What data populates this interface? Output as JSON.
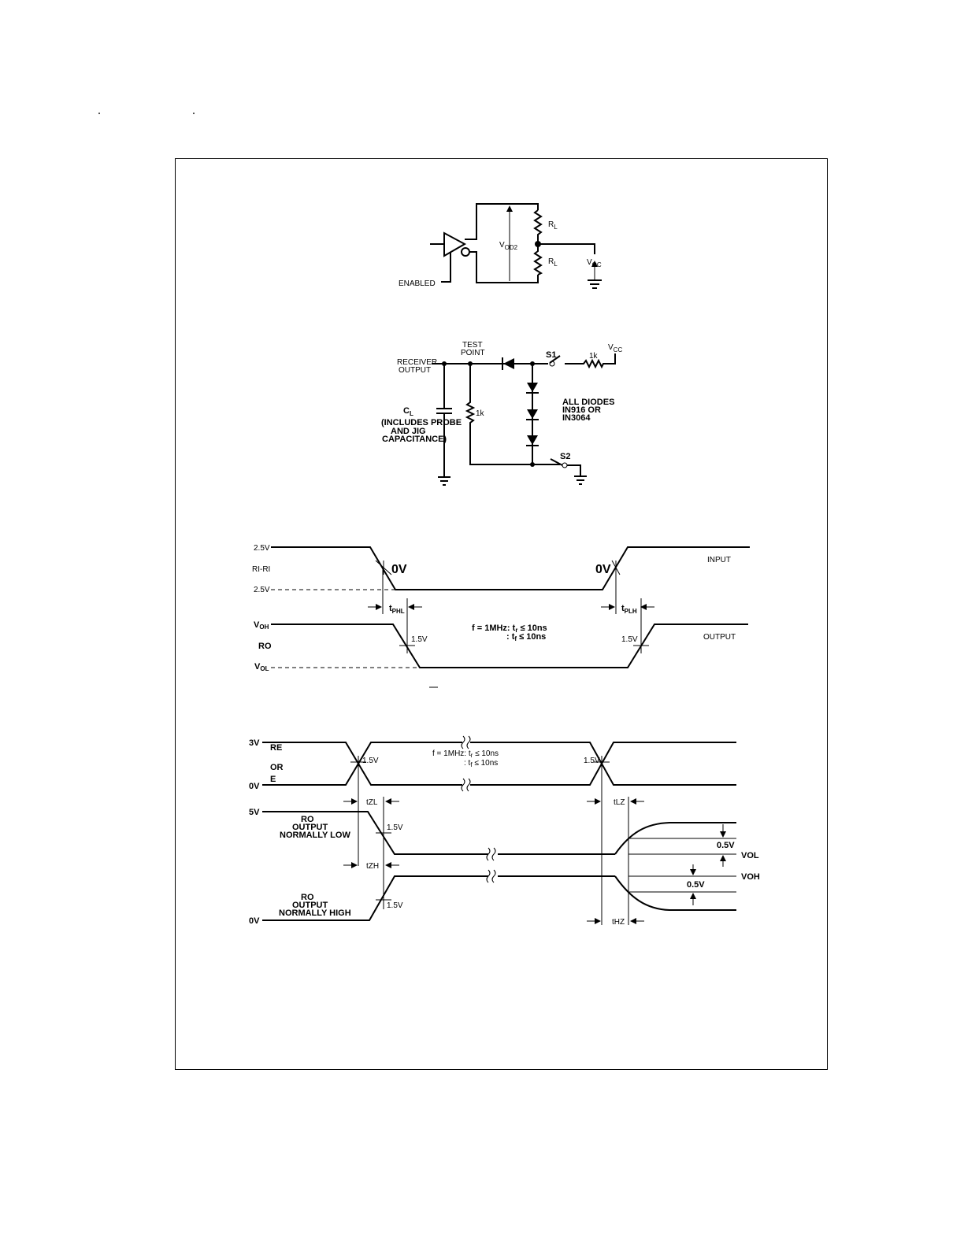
{
  "diagram_vod2": {
    "enabled_label": "ENABLED",
    "vod_label": "V",
    "vod_sub": "OD2",
    "rl_top": "R",
    "rl_top_sub": "L",
    "rl_bottom": "R",
    "rl_bottom_sub": "L",
    "voc_label": "V",
    "voc_sub": "OC"
  },
  "diagram_receiver_load": {
    "receiver_output_line1": "RECEIVER",
    "receiver_output_line2": "OUTPUT",
    "test_point_line1": "TEST",
    "test_point_line2": "POINT",
    "s1_label": "S1",
    "s2_label": "S2",
    "r_1k_series": "1k",
    "r_1k_shunt": "1k",
    "vcc_label": "V",
    "vcc_sub": "CC",
    "cl_label": "C",
    "cl_sub": "L",
    "cl_note_line1": "(INCLUDES PROBE",
    "cl_note_line2": "AND JIG",
    "cl_note_line3": "CAPACITANCE)",
    "diodes_note_line1": "ALL DIODES",
    "diodes_note_line2": "IN916 OR",
    "diodes_note_line3": "IN3064"
  },
  "timing_propagation": {
    "level_top_input": "2.5V",
    "input_signal": "RI-RI",
    "level_bottom_input": "2.5V",
    "zero_volt_left": "0V",
    "zero_volt_right": "0V",
    "tphl_label": "t",
    "tphl_sub": "PHL",
    "tplh_label": "t",
    "tplh_sub": "PLH",
    "voh_label": "V",
    "voh_sub": "OH",
    "ro_label": "RO",
    "vol_label": "V",
    "vol_sub": "OL",
    "threshold_left": "1.5V",
    "threshold_right": "1.5V",
    "freq_line1": "f = 1MHz: t",
    "freq_line1_sub": "r",
    "freq_line1_end": " ≤ 10ns",
    "freq_line2": ": t",
    "freq_line2_sub": "f",
    "freq_line2_end": " ≤ 10ns",
    "input_tag": "INPUT",
    "output_tag": "OUTPUT"
  },
  "timing_enable": {
    "level_3v": "3V",
    "level_0v_top": "0V",
    "level_5v": "5V",
    "level_0v_bottom": "0V",
    "re_label": "RE",
    "or_label": "OR",
    "e_label": "E",
    "threshold_top_left": "1.5V",
    "threshold_top_right": "1.5V",
    "freq_line1": "f = 1MHz: t",
    "freq_line1_sub": "r",
    "freq_line1_end": " ≤ 10ns",
    "freq_line2": ": t",
    "freq_line2_sub": "f",
    "freq_line2_end": " ≤ 10ns",
    "tzl_label": "tZL",
    "tzh_label": "tZH",
    "tlz_label": "tLZ",
    "thz_label": "tHZ",
    "ro_low_line1": "RO",
    "ro_low_line2": "OUTPUT",
    "ro_low_line3": "NORMALLY LOW",
    "ro_high_line1": "RO",
    "ro_high_line2": "OUTPUT",
    "ro_high_line3": "NORMALLY HIGH",
    "threshold_low": "1.5V",
    "threshold_high": "1.5V",
    "delta_low": "0.5V",
    "delta_high": "0.5V",
    "vol_label": "VOL",
    "voh_label": "VOH"
  }
}
